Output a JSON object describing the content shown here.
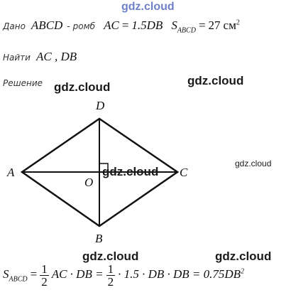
{
  "watermark": {
    "text": "gdz.cloud"
  },
  "given": {
    "label": "Дано",
    "figure": "ABCD",
    "dash": "-",
    "type_word": "ромб",
    "relation_lhs": "AC",
    "relation_eq": "=",
    "relation_rhs": "1.5DB",
    "area_symbol": "S",
    "area_sub": "ABCD",
    "area_eq": "=",
    "area_value": "27",
    "area_unit": "см",
    "area_unit_pow": "2"
  },
  "find": {
    "label": "Найти",
    "items": "AC , DB"
  },
  "solution": {
    "label": "Решение"
  },
  "diagram": {
    "vertices": {
      "A": "A",
      "B": "B",
      "C": "C",
      "D": "D",
      "O": "O"
    }
  },
  "formula": {
    "lhs": "S",
    "lhs_sub": "ABCD",
    "eq1": "=",
    "frac1_num": "1",
    "frac1_den": "2",
    "part1": "AC · DB =",
    "frac2_num": "1",
    "frac2_den": "2",
    "part2": "· 1.5 · DB · DB = 0.75DB",
    "part2_pow": "2"
  }
}
